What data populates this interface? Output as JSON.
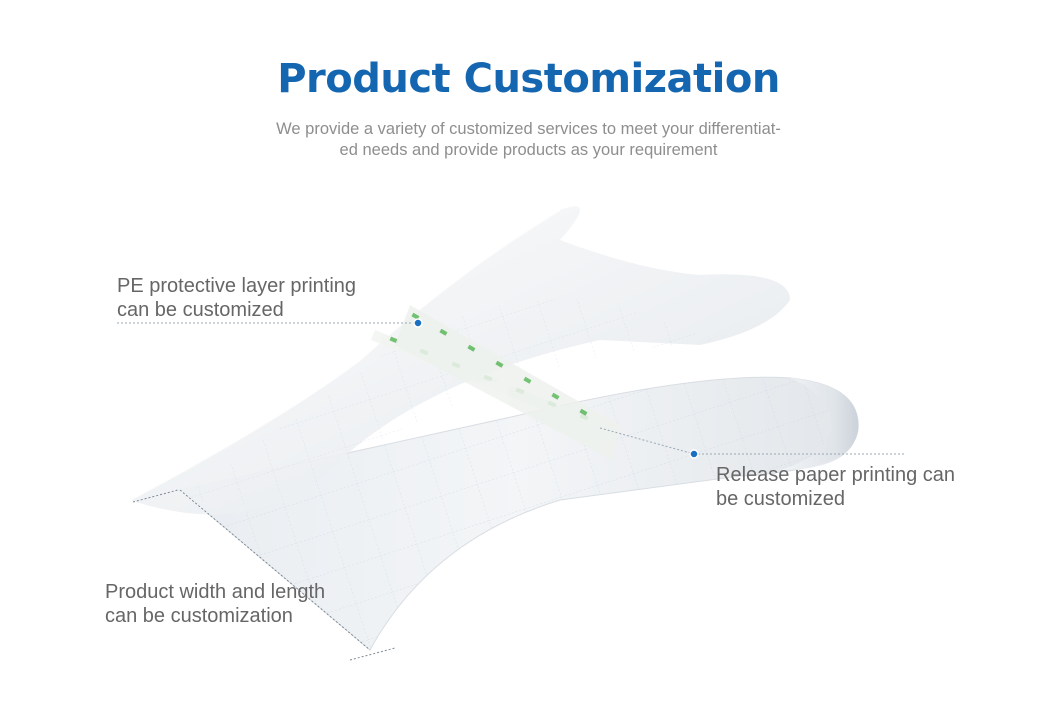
{
  "header": {
    "title": "Product Customization",
    "subtitle_lines": [
      "We provide a variety of customized services to meet your differentiat-",
      "ed needs and provide products as your requirement"
    ]
  },
  "callouts": {
    "pe_layer": {
      "lines": [
        "PE protective layer printing",
        "can be customized"
      ]
    },
    "release_paper": {
      "lines": [
        "Release paper printing can",
        "be customized"
      ]
    },
    "size": {
      "lines": [
        "Product width and length",
        "can be customization"
      ]
    }
  },
  "colors": {
    "title": "#1566b0",
    "subtitle": "#8e8e8e",
    "label": "#666666",
    "marker": "#1a6fc0",
    "print_pattern": "#5cb85c"
  }
}
